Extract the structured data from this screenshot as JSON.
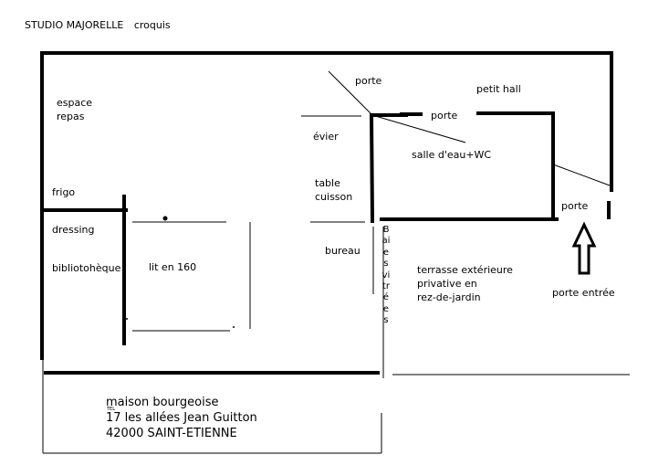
{
  "title": {
    "name": "STUDIO MAJORELLE",
    "note": "croquis"
  },
  "rooms": {
    "espace_repas": [
      "espace",
      "repas"
    ],
    "frigo": "frigo",
    "dressing": "dressing",
    "bibliotheque": "bibliotohèque",
    "lit": "lit en 160",
    "evier": "évier",
    "table_cuisson": [
      "table",
      "cuisson"
    ],
    "bureau": "bureau",
    "salle_eau": "salle d'eau+WC",
    "porte_1": "porte",
    "porte_2": "porte",
    "porte_3": "porte",
    "petit_hall": "petit hall",
    "baies_vitrees": "Baies vitrées",
    "terrasse": [
      "terrasse extérieure",
      "privative en",
      "rez-de-jardin"
    ],
    "porte_entree": "porte entrée"
  },
  "address": {
    "lines": [
      "maison bourgeoise",
      "17 les allées Jean Guitton",
      "42000 SAINT-ETIENNE"
    ],
    "small_mark": "TEL"
  },
  "colors": {
    "ink": "#000000",
    "background": "#ffffff"
  },
  "icons": {
    "entry_arrow": "arrow-up-icon"
  }
}
